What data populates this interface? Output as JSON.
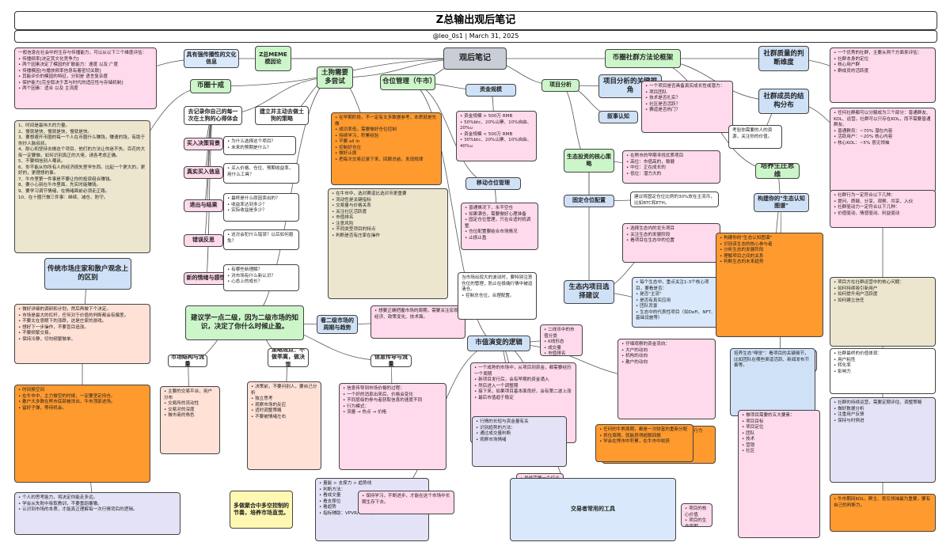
{
  "header": {
    "title": "Z总输出观后笔记",
    "subtitle": "@leo_0s1 | March 31, 2025"
  },
  "nodes": [
    {
      "id": "center",
      "text": "观后笔记",
      "style": "gray",
      "kind": "h1"
    },
    {
      "id": "l_intro",
      "text": "一般信息在社会中的生存与传播能力，可以从以下三个维度评估：\n• 传播频率[决定其文化竞争力]\n • 两个因素决定了模因的扩散能力：速度 以及 广度\n• 传播模因[与播放频率信息有着密切关联]\n • 其能评价的模因的特征，分别是 语言复杂度\n• 保护能力[完全取决于其与时代的适应性与存储机制]\n • 两个因素：适合 以及 主流度",
      "style": "pink",
      "kind": "t"
    },
    {
      "id": "strong_meme",
      "text": "具有强传播性的文化信息",
      "style": "blue",
      "kind": "h3"
    },
    {
      "id": "zmeme",
      "text": "Z总MEME模因论",
      "style": "green",
      "kind": "h3"
    },
    {
      "id": "coin_ten",
      "text": "币圈十戒",
      "style": "green",
      "kind": "h2"
    },
    {
      "id": "ten_list",
      "text": "1、时间是最伟大的力量。\n2、慢就是快，慢就是快，慢就是快。\n3、要想避开币圈的每一个人在币圈什么赚钱，赚速的钱，有助于你抄人脉叔叔。\n4、耐心和坚持去做这个项目，他们的方法让你迷不失。百花的大街一定要做。如何识别真正的大佬，请各考虑正确。\n5、不要相信别人嘲讽。\n6、你不能从你所有人的经济损失里学东西。比起一个更大的，更好的，更理想的事。\n7、牛市里第一件事是不要让你的投资组合赚钱。\n8、要小心别在牛市里面，先实时能赚钱。\n9、要学习调节情绪，在情绪面前必须走正路。\n10、在十圈只做三件事：继续、减仓、防守。",
      "style": "tan",
      "kind": "t"
    },
    {
      "id": "trad_vs_retail",
      "text": "传统市场庄家和散户观念上的区别",
      "style": "lblue",
      "kind": "h2"
    },
    {
      "id": "trad_detail",
      "text": "• 做好详细的调研和计划，然后再做下个决定。\n• 市场是最大的杠杆，任何对于价值的判断都会有偏差。\n• 不要太在意眼下的涨跌，这是庄家的游戏。\n• 想好下一步操作，不要盲目追涨。\n• 不要频繁交易。\n• 保持冷静，切勿频繁做单。",
      "style": "peach",
      "kind": "t"
    },
    {
      "id": "timing",
      "text": "• 时间换空间\n• 在牛市中，主力做空的时候，一定要坚定持仓。\n• 散户大多数在熊市底部被洗出，牛市顶部进场。\n• 留好子弹，等待机会。",
      "style": "orange",
      "kind": "t"
    },
    {
      "id": "learn_personal",
      "text": "• 个人的思考能力，将决定你能走多远。\n• 学会从失败中吸取教训，不要重蹈覆辙。\n• 认识到市场的本质，才能真正理解每一次行情背后的逻辑。",
      "style": "lav",
      "kind": "t"
    },
    {
      "id": "go_deep",
      "text": "去记录你自己的每一次在土狗的心得体会",
      "style": "white",
      "kind": "h3"
    },
    {
      "id": "build",
      "text": "建立并主动去做土狗的策略",
      "style": "white",
      "kind": "h3"
    },
    {
      "id": "buy_reason",
      "text": "买入决策背景",
      "style": "pink",
      "kind": "h3"
    },
    {
      "id": "buy_q",
      "text": "• 为什么选择这个项目？\n• 未来的预期是什么？",
      "style": "white",
      "kind": "t"
    },
    {
      "id": "real_buy",
      "text": "真实买入信息",
      "style": "pink",
      "kind": "h3"
    },
    {
      "id": "real_q",
      "text": "• 买入价格、仓位、预期收益率，用什么工具？",
      "style": "white",
      "kind": "t"
    },
    {
      "id": "exit",
      "text": "退出与结果",
      "style": "pink",
      "kind": "h3"
    },
    {
      "id": "exit_q",
      "text": "• 最终是什么原因卖出的？\n• 收益率达到多少？\n• 实际收益是多少？",
      "style": "white",
      "kind": "t"
    },
    {
      "id": "mistake",
      "text": "错误反思",
      "style": "pink",
      "kind": "h3"
    },
    {
      "id": "mistake_q",
      "text": "• 这次会犯什么错误？以后如何避免？",
      "style": "white",
      "kind": "t"
    },
    {
      "id": "emotion",
      "text": "新的情绪与感悟",
      "style": "pink",
      "kind": "h3"
    },
    {
      "id": "emotion_q",
      "text": "• 有哪些新理解？\n• 对市场有什么新认识？\n• 心态上的成长？",
      "style": "white",
      "kind": "t"
    },
    {
      "id": "tudou",
      "text": "土狗需要多尝试",
      "style": "green",
      "kind": "h2"
    },
    {
      "id": "tudou_detail",
      "text": "• 在早期阶段，不一定有太多数据参考，本质就是先做\n• 成功率低，需要做好仓位控制\n• 持续学习，积累经验\n• 不要 all in\n• 控制好仓位\n• 做好止损\n• 把每次交易记录下来，回顾总结，发现规律",
      "style": "orange",
      "kind": "t"
    },
    {
      "id": "tudou_detail2",
      "text": "• 在牛市中，选对赛道比选对币更重要\n• 流动性是关键指标\n• 交易量与价格关系\n• 关注社区活跃度\n• 市值排名\n• 注意风险\n• 不同类型项目的特点\n• 判断是否有庄家在操作",
      "style": "tan",
      "kind": "t"
    },
    {
      "id": "suggest",
      "text": "建议学一点二级，因为二级市场的知识，决定了你什么时候止盈。",
      "style": "green",
      "kind": "h2"
    },
    {
      "id": "cyclical",
      "text": "看二级市场的周期与趋势",
      "style": "lblue",
      "kind": "h3"
    },
    {
      "id": "cyclical_d",
      "text": "• 想要正确把握市场的周期，需要关注宏观经济、政策变化、技术面。",
      "style": "pink",
      "kind": "t"
    },
    {
      "id": "market_struct",
      "text": "市场结构与流量",
      "style": "white",
      "kind": "h3"
    },
    {
      "id": "market_struct_d",
      "text": "• 主要的交易平台，用户分布\n• 交易所的流动性\n• 交易对的深度\n• 做市商的角色",
      "style": "peach",
      "kind": "t"
    },
    {
      "id": "market_rest",
      "text": "策略观点：不做乖离，做决策",
      "style": "white",
      "kind": "h3"
    },
    {
      "id": "market_rest_d",
      "text": "• 决策前，不要问别人，要自己分析\n• 独立思考\n• 观察市场的反应\n• 适时调整策略\n• 不要被情绪左右",
      "style": "peach",
      "kind": "t"
    },
    {
      "id": "info_flow",
      "text": "信息传导与流量",
      "style": "white",
      "kind": "h3"
    },
    {
      "id": "info_flow_d",
      "text": "• 信息传导到市场价格的过程：\n  • 一个好的消息出来后，价格会变化\n  • 不同层级的参与者获取信息的速度不同\n• 行为模式：\n  • 流量 → 热点 → 价格",
      "style": "pink",
      "kind": "t"
    },
    {
      "id": "shoot_sell",
      "text": "多做聚合中多空控制的节奏，培养市场直觉。",
      "style": "yellow",
      "kind": "h3"
    },
    {
      "id": "position_mgmt",
      "text": "仓位管理（牛市）",
      "style": "green",
      "kind": "h2"
    },
    {
      "id": "fund_scale",
      "text": "资金规模",
      "style": "lblue",
      "kind": "h3"
    },
    {
      "id": "fund_d",
      "text": "• 资金规模 > 500万 RMB\n  • 50%btc、20%山寨、10%自由、20%u\n• 资金规模 < 500万 RMB\n  • 30%btc、20%山寨、10%自由、40%u",
      "style": "pink",
      "kind": "t"
    },
    {
      "id": "mobile_pos",
      "text": "移动仓位管理",
      "style": "lblue",
      "kind": "h3"
    },
    {
      "id": "mobile_d",
      "text": "• 普通情况下，永不空仓\n• 如果满仓，需要做好心理准备\n• 固定仓位管理，只在合适时机调整\n• 仓位配置要结合市场情况\n• 止损止盈",
      "style": "pink",
      "kind": "t"
    },
    {
      "id": "cycle_note",
      "text": "当市场出现大的波动时，要特别注意仓位的管理，防止在极端行情中被迫清仓。\n• 控制总仓位，合理配置。",
      "style": "white",
      "kind": "t"
    },
    {
      "id": "proj_analysis",
      "text": "项目分析",
      "style": "green",
      "kind": "h3"
    },
    {
      "id": "key_view",
      "text": "项目分析的关键视角",
      "style": "lblue",
      "kind": "h2"
    },
    {
      "id": "key_q",
      "text": "• 一个项目是否具备真实成长性或潜力：\n  • 项目团队\n  • 技术是否扎实？\n  • 社区是否活跃？\n  • 赛道是否热门？",
      "style": "pink",
      "kind": "t"
    },
    {
      "id": "narrative",
      "text": "叙事认知",
      "style": "lblue",
      "kind": "h3"
    },
    {
      "id": "invest_core",
      "text": "生态投资的核心策略",
      "style": "green",
      "kind": "h3"
    },
    {
      "id": "invest_core_d",
      "text": "• 在熊市的早期寻找优质项目\n• 高位：市值高的，稳健\n• 中位：正在成长的\n• 低位：潜力大的",
      "style": "pink",
      "kind": "t"
    },
    {
      "id": "fixed_pos",
      "text": "固定仓位配置",
      "style": "lblue",
      "kind": "h3"
    },
    {
      "id": "fixed_pos_d",
      "text": "建议将固定仓位比例的30%放在主流币，比如BTC和ETH。",
      "style": "white",
      "kind": "t"
    },
    {
      "id": "eco_pick",
      "text": "生态内项目选择建议",
      "style": "lblue",
      "kind": "h2"
    },
    {
      "id": "eco_pick_d",
      "text": "• 选择生态内的龙头项目\n• 关注生态的发展阶段\n• 看项目在生态中的位置",
      "style": "pink",
      "kind": "t"
    },
    {
      "id": "eco_d2",
      "text": "• 每个生态中，重点关注1-3个核心项目，要看是否：\n  • 是否\"主流\"\n  • 是否有真实应用\n  • 团队背景\n• 生态中的代表性项目（如DeFi、NFT、基础设施等）",
      "style": "blue",
      "kind": "t"
    },
    {
      "id": "mkt_logic",
      "text": "市值演变的逻辑",
      "style": "lblue",
      "kind": "h2"
    },
    {
      "id": "mkt_logic_d",
      "text": "• 二线币中的市值分类\n  • K线形态\n  • 成交量\n  • 市值排名\n  • 发行机制",
      "style": "pink",
      "kind": "t"
    },
    {
      "id": "mkt_logic_d2",
      "text": "• 一个成熟的市场中，从项目到资金，都需要经历一个周期\n• 新项目发行后，会有早期的资金涌入\n• 然后进入一个调整期\n• 接下来，如果项目基本面良好，会有第二波上涨\n• 最后市值趋于稳定",
      "style": "pink",
      "kind": "t"
    },
    {
      "id": "mkt_logic_d3",
      "text": "• 行情的长短与资金量有关\n• 识别趋势的方法：\n  • 通过成交量判断\n  • 观察市场情绪",
      "style": "lav",
      "kind": "t"
    },
    {
      "id": "mkt_logic_d4",
      "text": "• 仔细观察的资金流向：\n• 大户的动向\n• 机构的动向\n• 散户的动向",
      "style": "pink",
      "kind": "t"
    },
    {
      "id": "mkt_logic_d5",
      "text": "• 任何的最终结果，都需要一个好的心态和执行力\n• 决定成败的往往是细节",
      "style": "orange",
      "kind": "t"
    },
    {
      "id": "mkt_logic_d6",
      "text": "• 最终需要一个综合的判断体系来决定进场和出场时机。",
      "style": "pink",
      "kind": "t"
    },
    {
      "id": "algo",
      "text": "• 量能 > 支撑力 > 趋势线\n• 判断方法：\n  • 看成交量\n  • 看支撑位\n  • 看趋势\n• 指标辅助：VPVR/VRVP、EMA",
      "style": "lav",
      "kind": "t"
    },
    {
      "id": "tools",
      "text": "交易者常用的工具",
      "style": "blue",
      "kind": "h3"
    },
    {
      "id": "coin_circle",
      "text": "币圈社群方法论框架",
      "style": "green",
      "kind": "h2"
    },
    {
      "id": "community_q",
      "text": "社群质量的判断维度",
      "style": "lblue",
      "kind": "h2"
    },
    {
      "id": "community_q_d",
      "text": "• 一个优秀的社群，主要从两个方面来评估：\n  • 社群本身的定位\n  • 核心用户群\n  • 群成员的活跃度",
      "style": "pink",
      "kind": "t"
    },
    {
      "id": "community_mem",
      "text": "社群成员的结构分布",
      "style": "lblue",
      "kind": "h2"
    },
    {
      "id": "community_mem_d",
      "text": "• 任何社群都可以分解成为三个部分：普通群友、KOL、运营。社群可以只存在KOL，而不需要普通群友。\n• 普通群员：~70% 潜在内容\n• 活跃用户：~20% 核心内容\n• 核心KOL：~5% 意见领袖",
      "style": "pink",
      "kind": "t"
    },
    {
      "id": "community_ask",
      "text": "考验你需要的人的资源，关注你的价值。",
      "style": "white",
      "kind": "t"
    },
    {
      "id": "cultivate",
      "text": "培养生庄思维",
      "style": "green",
      "kind": "h2"
    },
    {
      "id": "cultivate_map",
      "text": "构建你的\"生态认知图谱\"",
      "style": "lblue",
      "kind": "h3"
    },
    {
      "id": "cultivate_d",
      "text": "• 构建你的\"生态认知图谱\"\n  • 识别该生态的核心参与者\n  • 分析生态的发展阶段\n  • 理解项目之间的关系\n  • 判断生态的未来趋势",
      "style": "orange",
      "kind": "t"
    },
    {
      "id": "cultivate_d2",
      "text": "• 生态中的核心项目分析\n• 关注项目的基本面\n• 跟踪项目的发展动态",
      "style": "pink",
      "kind": "t"
    },
    {
      "id": "cultivate_d3",
      "text": "培养生态\"嗅觉\"：看项目的关键细节，比如团队在哪些渠道活跃、新闻发布节奏等。",
      "style": "lblue",
      "kind": "t"
    },
    {
      "id": "cultivate_d4",
      "text": "• 做项目需要的五大要素：\n  • 项目目标\n  • 项目定位\n  • 团队\n  • 技术\n  • 营销\n  • 社区",
      "style": "pink",
      "kind": "t"
    },
    {
      "id": "cultivate_d5",
      "text": "• 任何的牛熊周期，都是一次财富的重新分配\n• 抓住周期，就能获得超额回报\n• 学会在熊市中积累，在牛市中收获",
      "style": "orange",
      "kind": "t"
    },
    {
      "id": "cultivate_d6",
      "text": "• 项目的核心价值\n• 项目的生命周期\n• 项目的增长曲线",
      "style": "pink",
      "kind": "t"
    },
    {
      "id": "r_detail1",
      "text": "• 社群行为一定符合以下几种：\n  • 提问、质疑、分享、观察、共享、入伙\n• 社群驱动力一定符合以下几种：\n  • 价值驱动、情感驱动、利益驱动",
      "style": "pink",
      "kind": "t"
    },
    {
      "id": "r_detail2",
      "text": "• 项目方在社群运营中的核心问题：\n  • 如何持续吸引新用户\n  • 如何提升用户活跃度\n  • 如何建立信任",
      "style": "tan",
      "kind": "t"
    },
    {
      "id": "r_detail3",
      "text": "• 社群的持续运营，需要定期评估、调整策略\n• 做好数据分析\n• 注重用户反馈\n• 保持与时俱进",
      "style": "lav",
      "kind": "t"
    },
    {
      "id": "r_detail4",
      "text": "• 牛市期间KOL、群主、意见领袖最为重要，要有自己的判断力。",
      "style": "orange",
      "kind": "t"
    },
    {
      "id": "r_detail5",
      "text": "• 社群最终的价值体现：\n  • 用户粘性\n  • 转化率\n  • 影响力",
      "style": "white",
      "kind": "t"
    },
    {
      "id": "bottom_note",
      "text": "• 保持学习，不断进步，才能在这个市场中长期生存下去。",
      "style": "pink",
      "kind": "t"
    }
  ]
}
